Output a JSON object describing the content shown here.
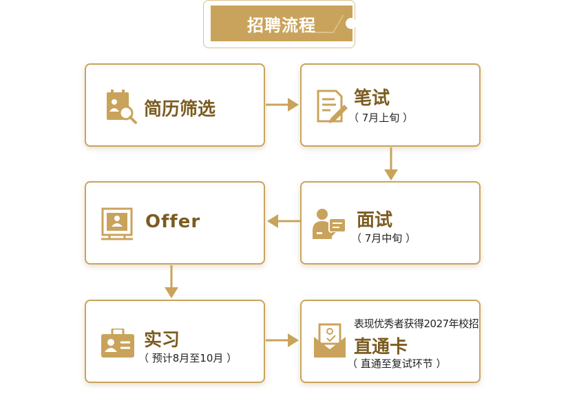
{
  "header": {
    "title": "招聘流程"
  },
  "steps": {
    "resume": {
      "title": "简历筛选"
    },
    "written": {
      "title": "笔试",
      "sub": "（ 7月上旬 ）"
    },
    "interview": {
      "title": "面试",
      "sub": "（ 7月中旬 ）"
    },
    "offer": {
      "title": "Offer"
    },
    "intern": {
      "title": "实习",
      "sub": "（ 预计8月至10月 ）"
    },
    "direct": {
      "note": "表现优秀者获得2027年校招",
      "title": "直通卡",
      "sub": "（ 直通至复试环节 ）"
    }
  },
  "colors": {
    "gold": "#c9a35b",
    "brown": "#7b5c20"
  },
  "icons": [
    "resume-search-icon",
    "exam-pencil-icon",
    "interview-chat-icon",
    "offer-board-icon",
    "badge-id-icon",
    "envelope-card-icon",
    "arrow-right-icon",
    "arrow-down-icon",
    "arrow-left-icon"
  ]
}
